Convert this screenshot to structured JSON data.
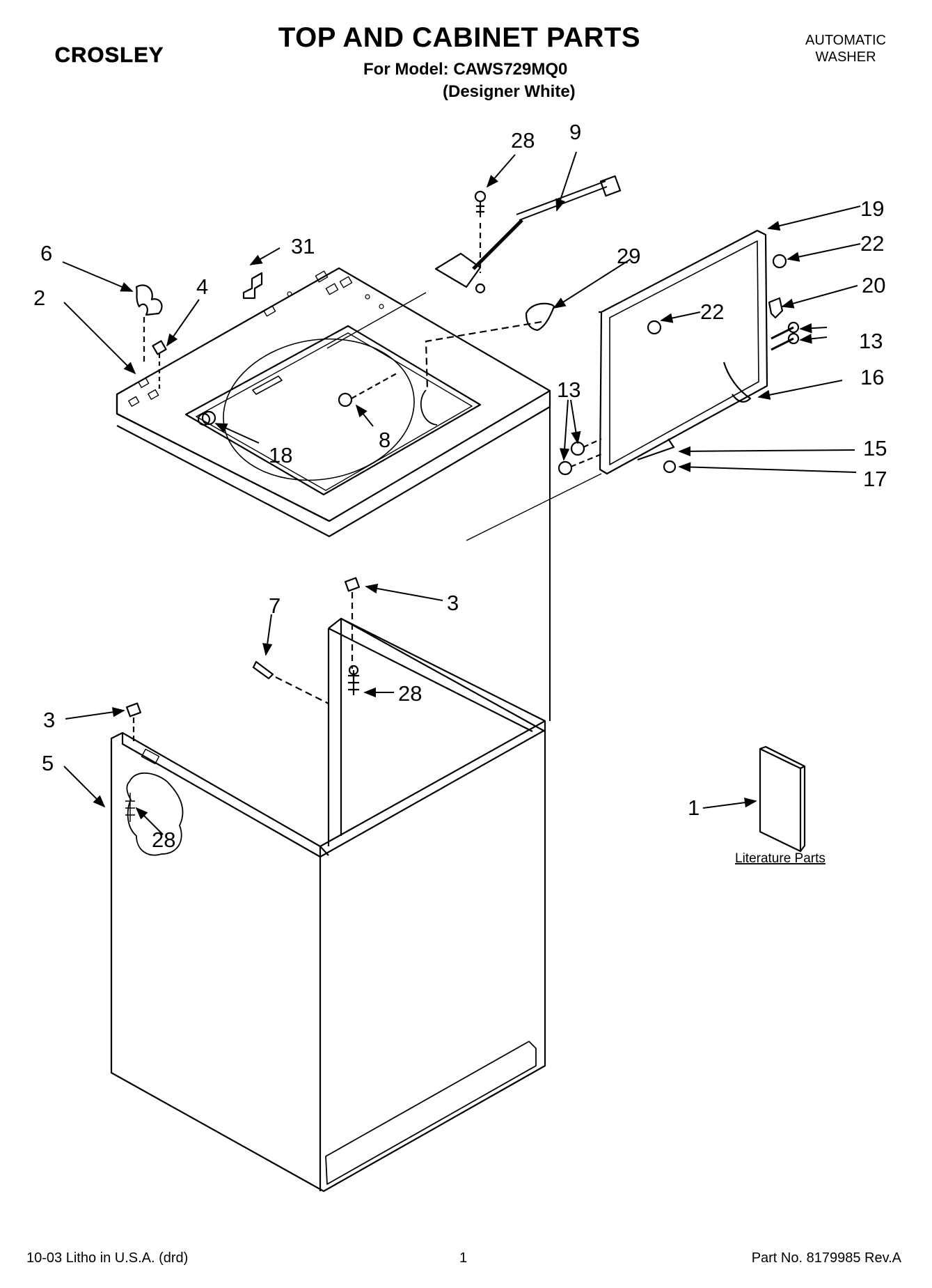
{
  "brand": {
    "logo_text": "CROSLEY"
  },
  "header": {
    "title": "TOP AND CABINET PARTS",
    "model_line": "For Model: CAWS729MQ0",
    "variant": "(Designer White)",
    "appliance_line1": "AUTOMATIC",
    "appliance_line2": "WASHER"
  },
  "callouts": {
    "c1": "1",
    "c2": "2",
    "c3a": "3",
    "c3b": "3",
    "c4": "4",
    "c5": "5",
    "c6": "6",
    "c7": "7",
    "c8": "8",
    "c9": "9",
    "c13a": "13",
    "c13b": "13",
    "c15": "15",
    "c16": "16",
    "c17": "17",
    "c18": "18",
    "c19": "19",
    "c20": "20",
    "c22a": "22",
    "c22b": "22",
    "c28a": "28",
    "c28b": "28",
    "c28c": "28",
    "c29": "29",
    "c31": "31"
  },
  "literature": {
    "label": "Literature Parts"
  },
  "footer": {
    "print_info": "10-03 Litho in U.S.A. (drd)",
    "page_number": "1",
    "part_number": "Part No. 8179985 Rev.A"
  }
}
